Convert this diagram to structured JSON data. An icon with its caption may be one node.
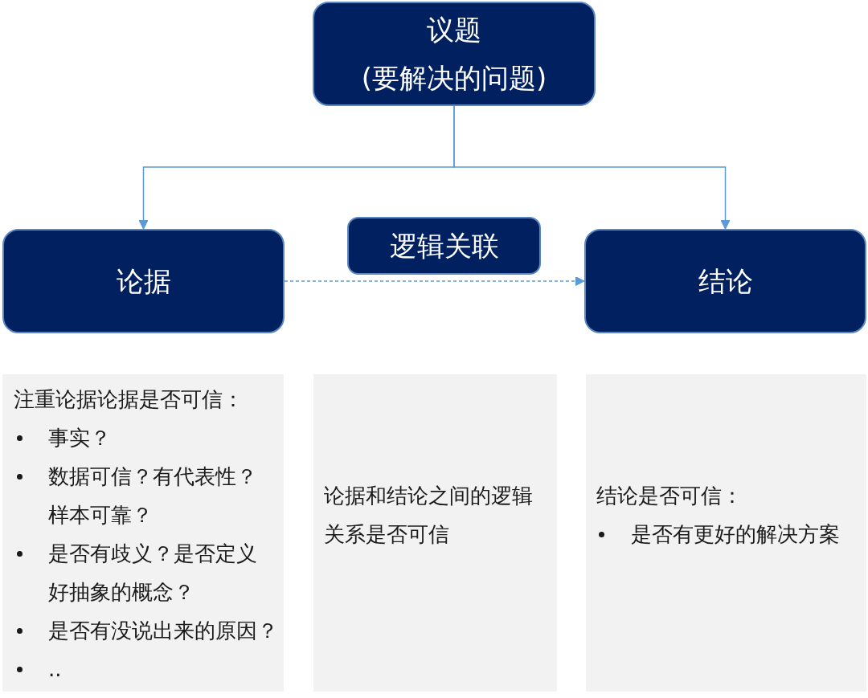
{
  "diagram": {
    "nodes": [
      {
        "text": [
          "议题",
          "(要解决的问题)"
        ]
      },
      {
        "text": [
          "论据"
        ]
      },
      {
        "text": [
          "逻辑关联"
        ]
      },
      {
        "text": [
          "结论"
        ]
      },
      {
        "text": [
          "注重论据论据是否可信：",
          "事实？",
          "数据可信？有代表性？样本可靠？",
          "是否有歧义？是否定义好抽象的概念？",
          "是否有没说出来的原因？",
          ".."
        ]
      },
      {
        "text": [
          "论据和结论之间的逻辑关系是否可信"
        ]
      },
      {
        "text": [
          "结论是否可信：",
          "是否有更好的解决方案"
        ]
      }
    ],
    "edges": [
      {
        "from": 0,
        "to": 1,
        "arrow": "to"
      },
      {
        "from": 0,
        "to": 3,
        "arrow": "to"
      },
      {
        "from": 1,
        "to": 3,
        "arrow": "to",
        "style": "dashed"
      }
    ]
  }
}
